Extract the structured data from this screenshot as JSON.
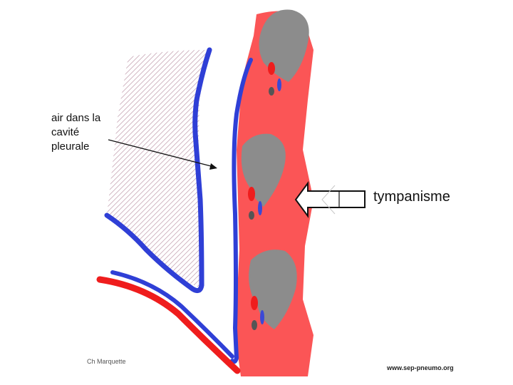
{
  "labels": {
    "air_line1": "air dans la",
    "air_line2": "cavité",
    "air_line3": "pleurale",
    "tympanisme": "tympanisme"
  },
  "credits": {
    "author": "Ch Marquette",
    "website": "www.sep-pneumo.org"
  },
  "colors": {
    "chest_wall": "#fb5556",
    "rib": "#8c8c8c",
    "pleura": "#2f3fd6",
    "vessel_red": "#ef1d1d",
    "air_hatch": "#c9b7c8"
  }
}
